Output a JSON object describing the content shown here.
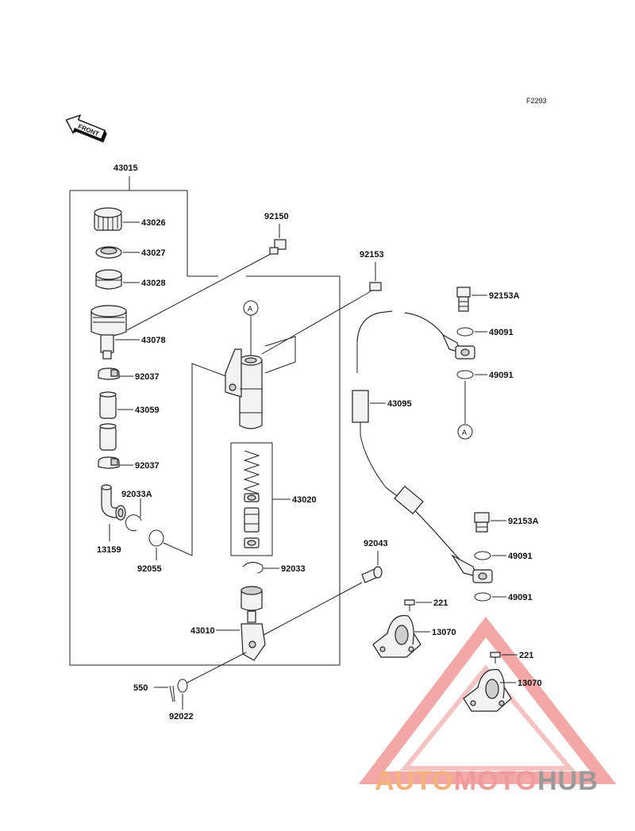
{
  "diagram_code": "F2293",
  "front_label": "FRONT",
  "ref_marker": "A",
  "parts": {
    "p43015": "43015",
    "p43026": "43026",
    "p43027": "43027",
    "p43028": "43028",
    "p43078": "43078",
    "p92037a": "92037",
    "p43059": "43059",
    "p92037b": "92037",
    "p92033A": "92033A",
    "p13159": "13159",
    "p92055": "92055",
    "p92150": "92150",
    "p43020": "43020",
    "p92033": "92033",
    "p43010": "43010",
    "p550": "550",
    "p92022": "92022",
    "p92153": "92153",
    "p43095": "43095",
    "p92153A_top": "92153A",
    "p49091_1": "49091",
    "p49091_2": "49091",
    "p92153A_bot": "92153A",
    "p49091_3": "49091",
    "p49091_4": "49091",
    "p92043": "92043",
    "p221_a": "221",
    "p13070_a": "13070",
    "p221_b": "221",
    "p13070_b": "13070"
  },
  "watermark": {
    "auto": "AUTO",
    "moto": "MOTO",
    "hub": "HUB",
    "color_auto": "#f5b27a",
    "color_moto": "#f19a9a",
    "color_hub": "#9a9a9a"
  }
}
